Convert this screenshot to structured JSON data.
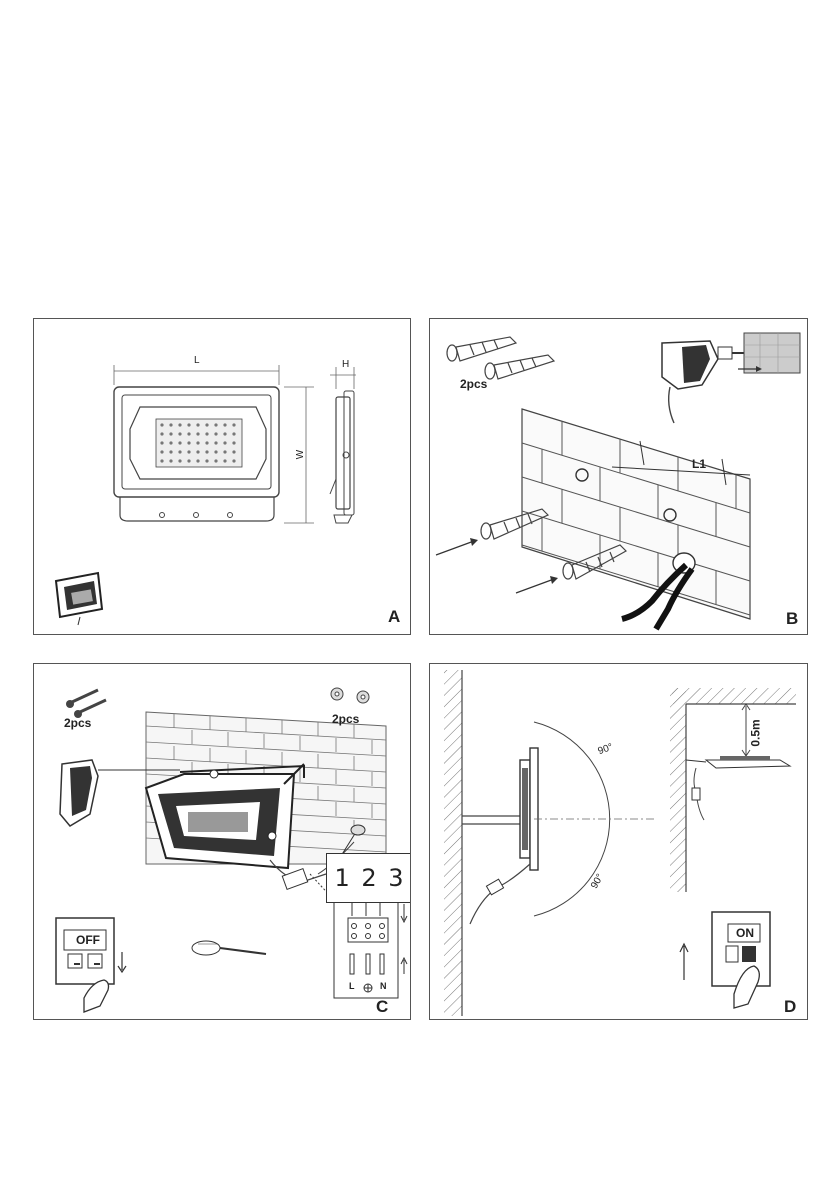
{
  "panels": {
    "a": {
      "label": "A",
      "dim_length": "L",
      "dim_width": "W",
      "dim_height": "H"
    },
    "b": {
      "label": "B",
      "quantity": "2pcs",
      "dim_spacing": "L1"
    },
    "c": {
      "label": "C",
      "screws_quantity": "2pcs",
      "washers_quantity": "2pcs",
      "steps_box": "1 2 3",
      "switch_text": "OFF",
      "terminal_live": "L",
      "terminal_neutral": "N"
    },
    "d": {
      "label": "D",
      "angle_upper": "90°",
      "angle_lower": "90°",
      "clearance": "0.5m",
      "switch_text": "ON"
    }
  }
}
